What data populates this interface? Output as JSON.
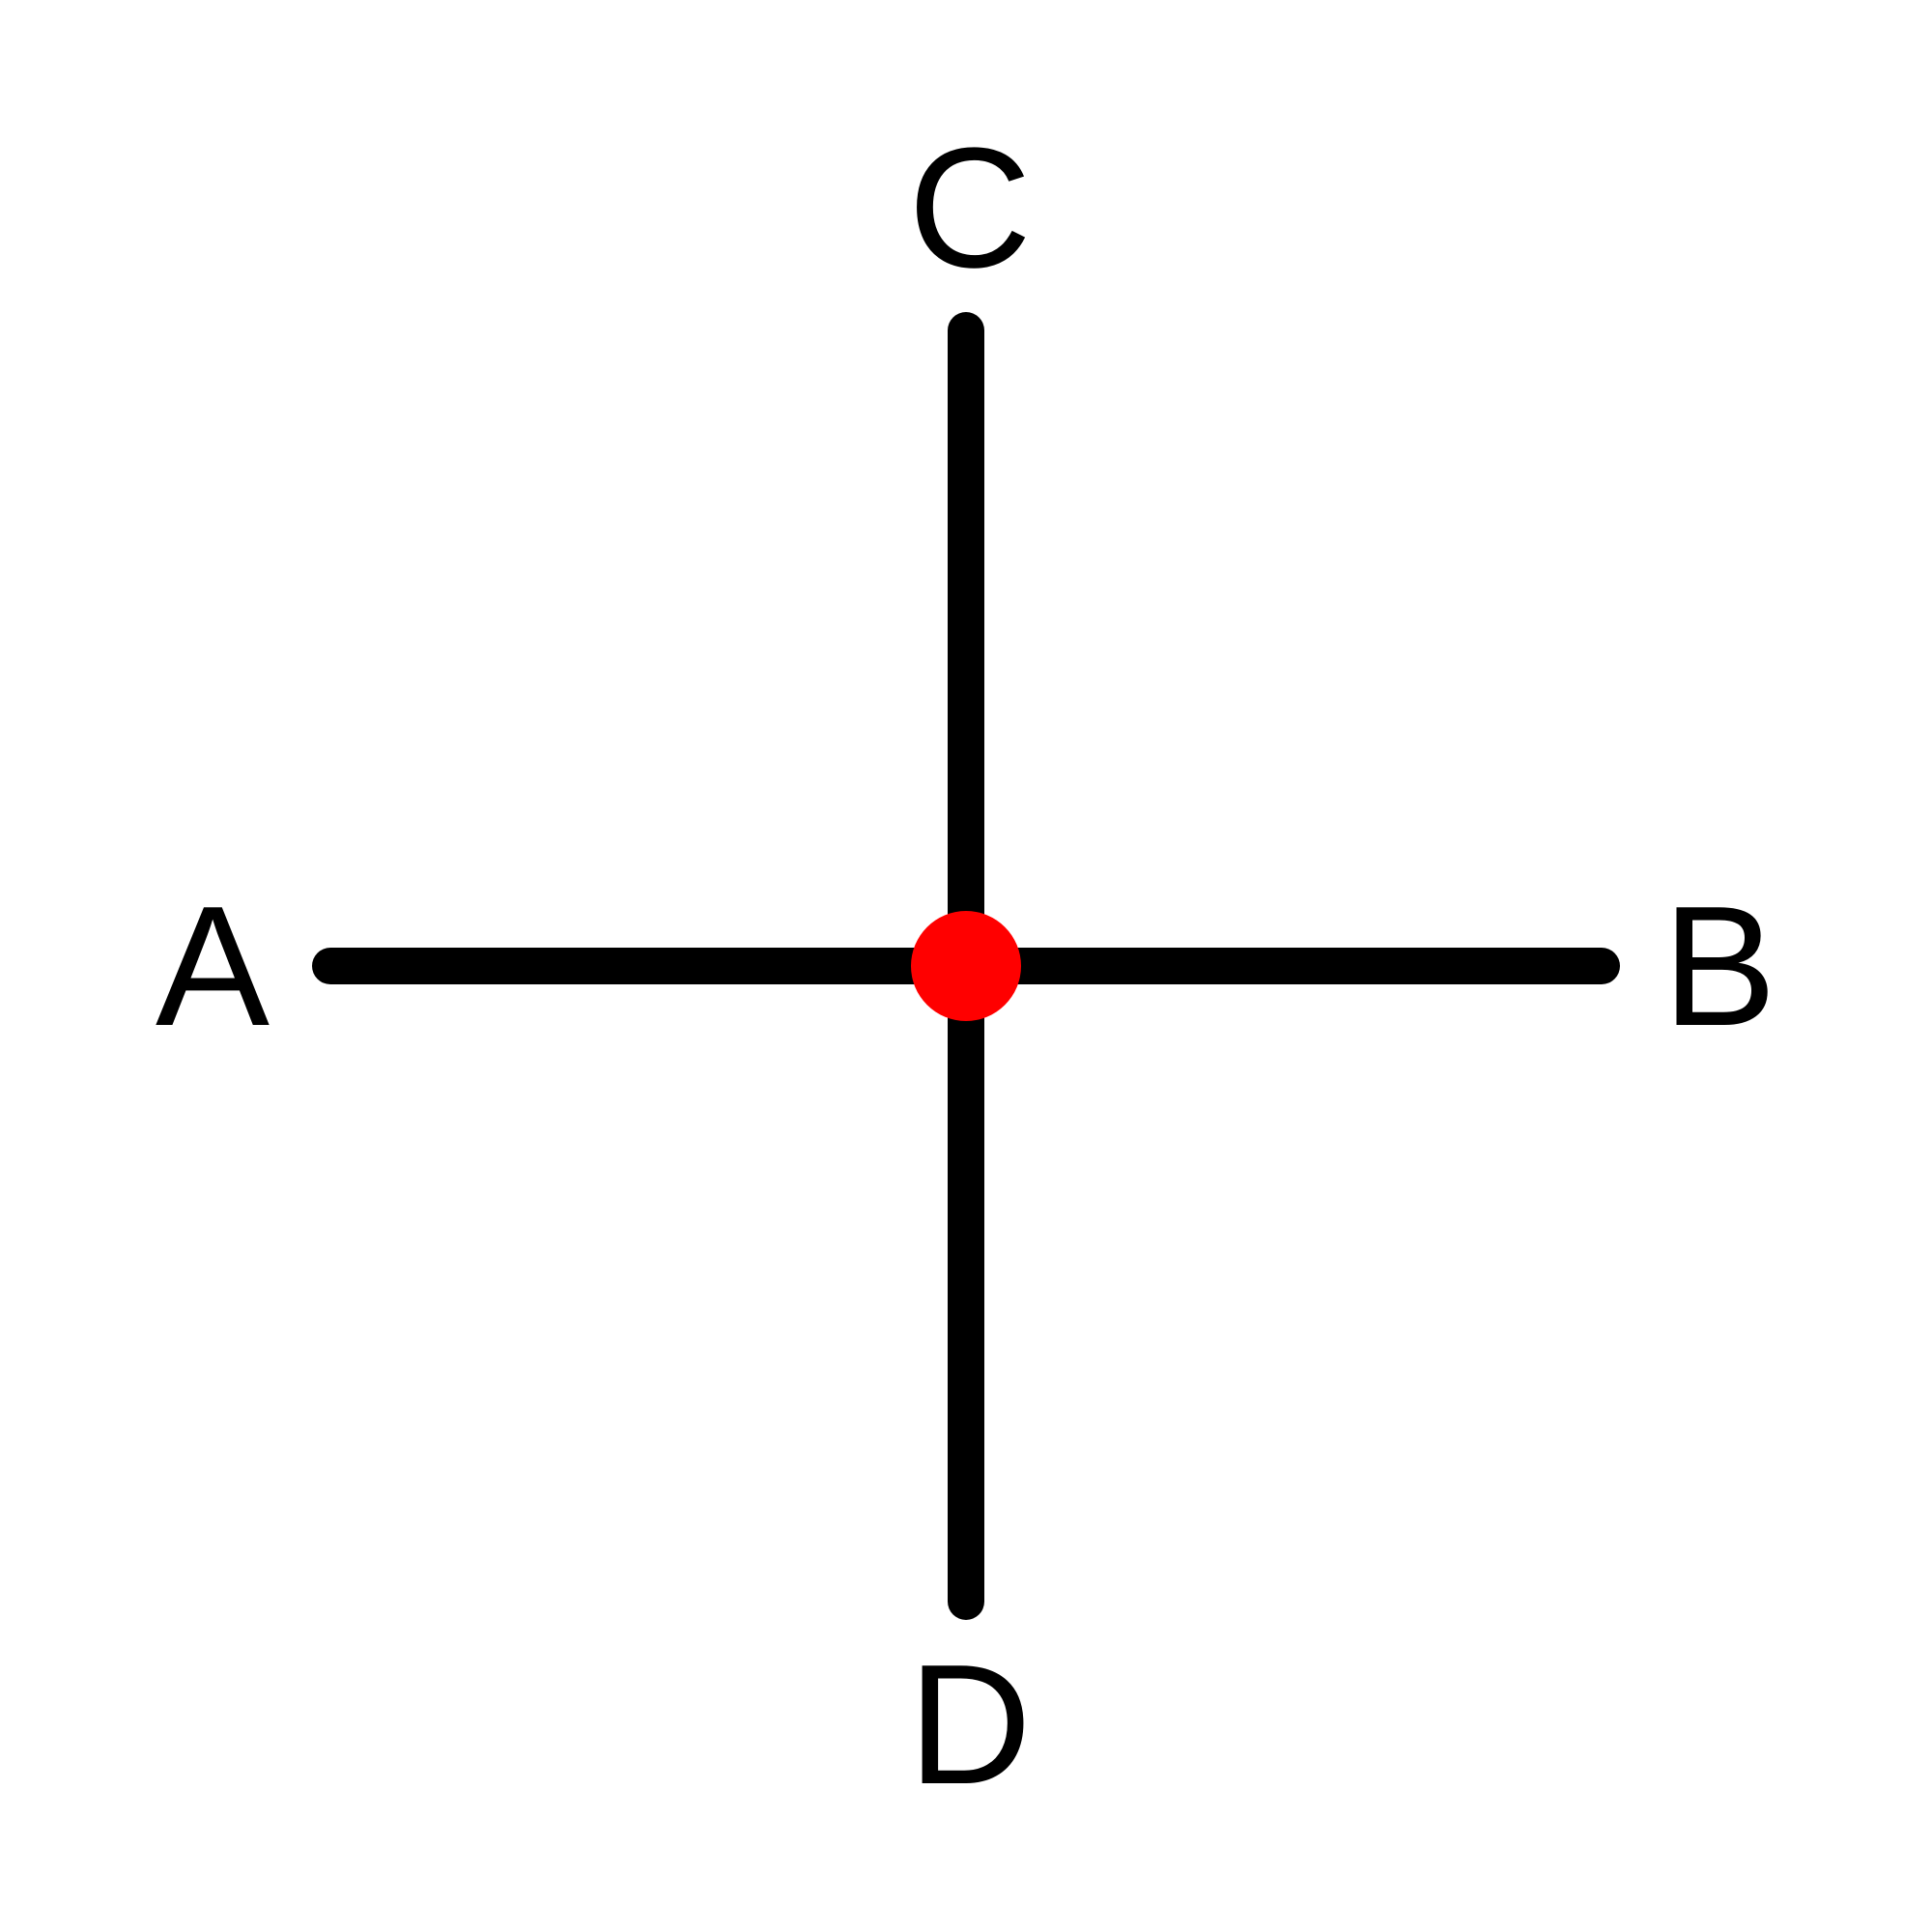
{
  "labels": {
    "a": "A",
    "b": "B",
    "c": "C",
    "d": "D"
  },
  "colors": {
    "line": "#000000",
    "intersection_point": "#ff0000",
    "background": "#ffffff"
  }
}
